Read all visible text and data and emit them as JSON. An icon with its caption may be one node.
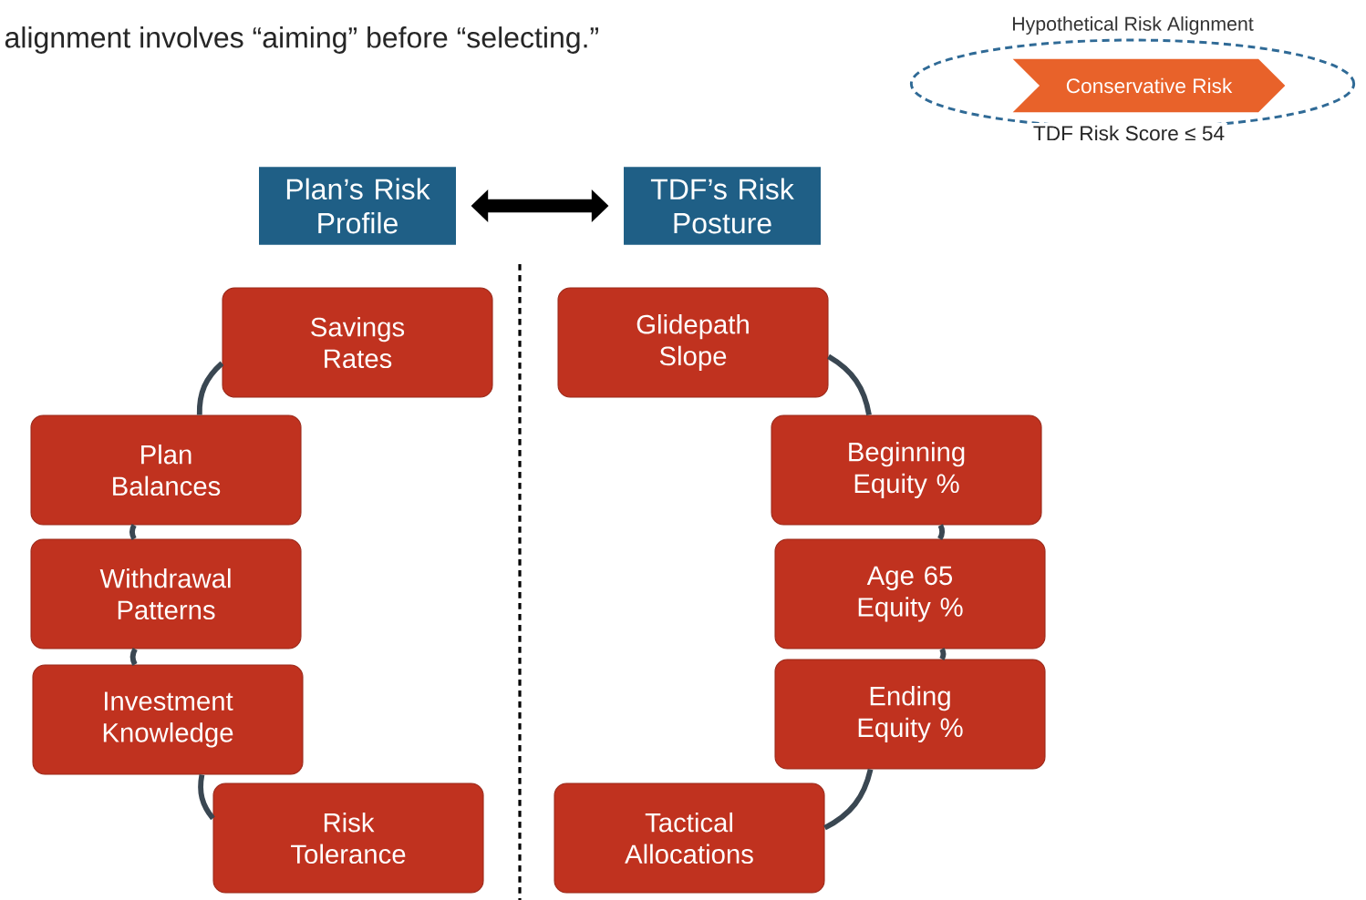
{
  "diagram": {
    "nodes": [
      {
        "text": [
          "Plan’s Risk Profile"
        ]
      },
      {
        "text": [
          "TDF’s Risk Posture"
        ]
      },
      {
        "text": [
          "Hypothetical Risk Alignment",
          "TDF Risk Score ≤ 54"
        ]
      },
      {
        "text": [
          "Conservative Risk"
        ],
        "in": 2
      },
      {
        "text": [
          "Savings Rates"
        ]
      },
      {
        "text": [
          "Plan Balances"
        ]
      },
      {
        "text": [
          "Withdrawal Patterns"
        ]
      },
      {
        "text": [
          "Investment Knowledge"
        ]
      },
      {
        "text": [
          "Risk Tolerance"
        ]
      },
      {
        "text": [
          "Glidepath Slope"
        ]
      },
      {
        "text": [
          "Beginning Equity %"
        ]
      },
      {
        "text": [
          "Age 65 Equity %"
        ]
      },
      {
        "text": [
          "Ending Equity %"
        ]
      },
      {
        "text": [
          "Tactical Allocations"
        ]
      }
    ],
    "edges": [
      {
        "from": 0,
        "to": 1,
        "arrow": "both",
        "style": "thick",
        "color": "#000000"
      },
      {
        "from": 4,
        "to": 5,
        "arrow": "none"
      },
      {
        "from": 5,
        "to": 6,
        "arrow": "none"
      },
      {
        "from": 6,
        "to": 7,
        "arrow": "none"
      },
      {
        "from": 7,
        "to": 8,
        "arrow": "none"
      },
      {
        "from": 9,
        "to": 10,
        "arrow": "none"
      },
      {
        "from": 10,
        "to": 11,
        "arrow": "none"
      },
      {
        "from": 11,
        "to": 12,
        "arrow": "none"
      },
      {
        "from": 12,
        "to": 13,
        "arrow": "none"
      }
    ],
    "labels": [
      "alignment involves “aiming” before “selecting.”"
    ]
  }
}
